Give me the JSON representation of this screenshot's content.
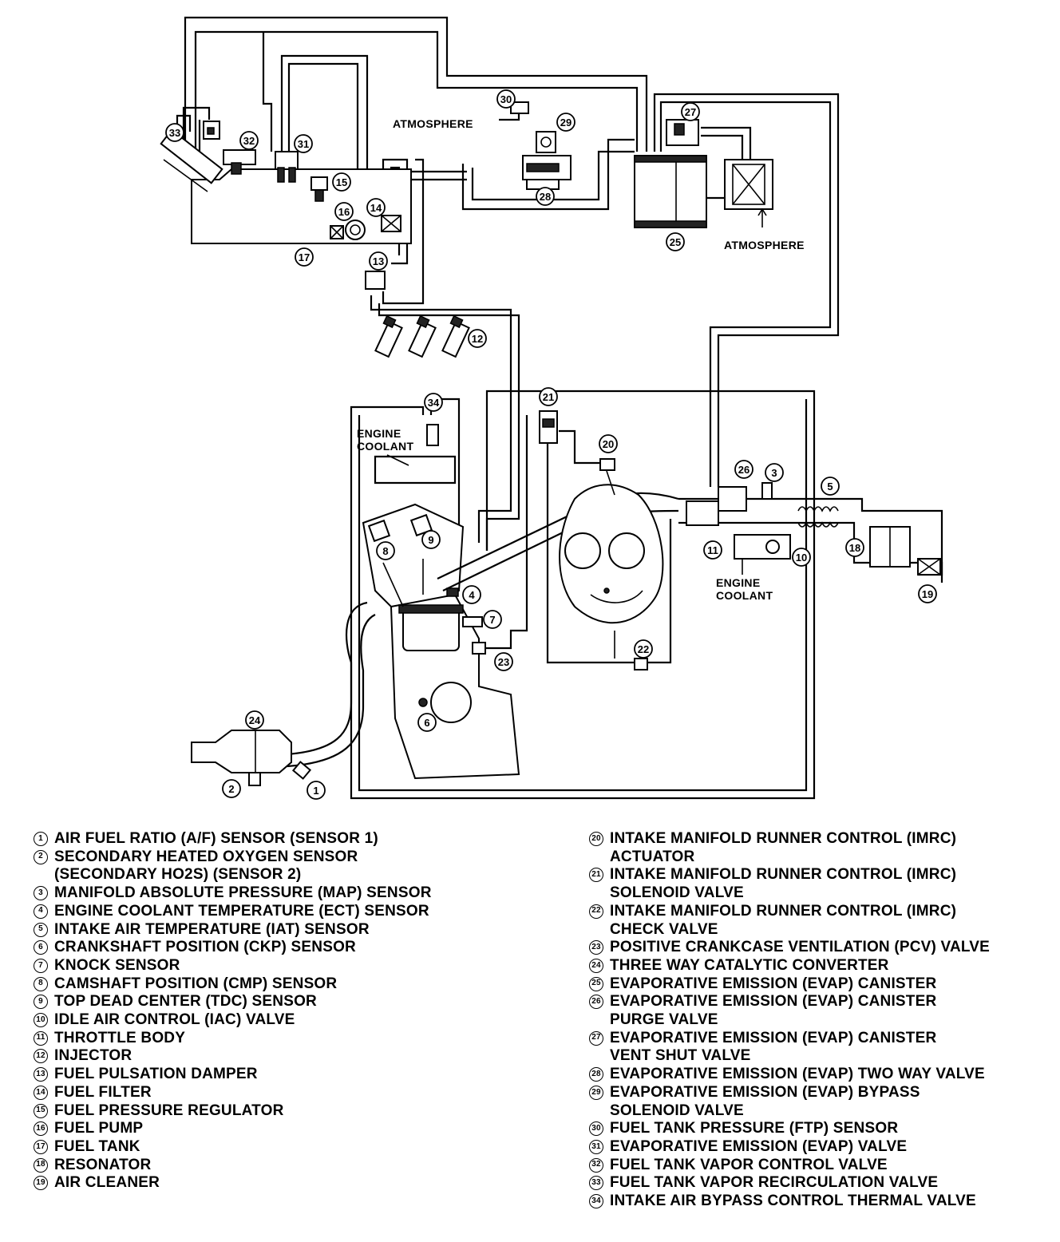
{
  "diagram": {
    "labels": {
      "atmosphere_top": "ATMOSPHERE",
      "atmosphere_right": "ATMOSPHERE",
      "engine_coolant_left": "ENGINE\nCOOLANT",
      "engine_coolant_right": "ENGINE\nCOOLANT"
    },
    "callouts": [
      "1",
      "2",
      "3",
      "4",
      "5",
      "6",
      "7",
      "8",
      "9",
      "10",
      "11",
      "12",
      "13",
      "14",
      "15",
      "16",
      "17",
      "18",
      "19",
      "20",
      "21",
      "22",
      "23",
      "24",
      "25",
      "26",
      "27",
      "28",
      "29",
      "30",
      "31",
      "32",
      "33",
      "34"
    ]
  },
  "legend": {
    "left": [
      {
        "num": "1",
        "text": "AIR FUEL RATIO (A/F) SENSOR (SENSOR 1)"
      },
      {
        "num": "2",
        "text": "SECONDARY HEATED OXYGEN SENSOR\n(SECONDARY HO2S) (SENSOR 2)"
      },
      {
        "num": "3",
        "text": "MANIFOLD ABSOLUTE PRESSURE (MAP) SENSOR"
      },
      {
        "num": "4",
        "text": "ENGINE COOLANT TEMPERATURE (ECT) SENSOR"
      },
      {
        "num": "5",
        "text": "INTAKE AIR TEMPERATURE (IAT) SENSOR"
      },
      {
        "num": "6",
        "text": "CRANKSHAFT POSITION (CKP) SENSOR"
      },
      {
        "num": "7",
        "text": "KNOCK SENSOR"
      },
      {
        "num": "8",
        "text": "CAMSHAFT POSITION (CMP) SENSOR"
      },
      {
        "num": "9",
        "text": "TOP DEAD CENTER (TDC) SENSOR"
      },
      {
        "num": "10",
        "text": "IDLE AIR CONTROL (IAC) VALVE"
      },
      {
        "num": "11",
        "text": "THROTTLE BODY"
      },
      {
        "num": "12",
        "text": "INJECTOR"
      },
      {
        "num": "13",
        "text": "FUEL PULSATION DAMPER"
      },
      {
        "num": "14",
        "text": "FUEL FILTER"
      },
      {
        "num": "15",
        "text": "FUEL PRESSURE REGULATOR"
      },
      {
        "num": "16",
        "text": "FUEL PUMP"
      },
      {
        "num": "17",
        "text": "FUEL TANK"
      },
      {
        "num": "18",
        "text": "RESONATOR"
      },
      {
        "num": "19",
        "text": "AIR CLEANER"
      }
    ],
    "right": [
      {
        "num": "20",
        "text": "INTAKE MANIFOLD RUNNER CONTROL (IMRC)\nACTUATOR"
      },
      {
        "num": "21",
        "text": "INTAKE MANIFOLD RUNNER CONTROL (IMRC)\nSOLENOID VALVE"
      },
      {
        "num": "22",
        "text": "INTAKE MANIFOLD RUNNER CONTROL (IMRC)\nCHECK VALVE"
      },
      {
        "num": "23",
        "text": "POSITIVE CRANKCASE VENTILATION (PCV) VALVE"
      },
      {
        "num": "24",
        "text": "THREE WAY CATALYTIC CONVERTER"
      },
      {
        "num": "25",
        "text": "EVAPORATIVE EMISSION (EVAP) CANISTER"
      },
      {
        "num": "26",
        "text": "EVAPORATIVE EMISSION (EVAP) CANISTER\nPURGE VALVE"
      },
      {
        "num": "27",
        "text": "EVAPORATIVE EMISSION (EVAP) CANISTER\nVENT SHUT VALVE"
      },
      {
        "num": "28",
        "text": "EVAPORATIVE EMISSION (EVAP) TWO WAY VALVE"
      },
      {
        "num": "29",
        "text": "EVAPORATIVE EMISSION (EVAP) BYPASS\nSOLENOID VALVE"
      },
      {
        "num": "30",
        "text": "FUEL TANK PRESSURE (FTP) SENSOR"
      },
      {
        "num": "31",
        "text": "EVAPORATIVE EMISSION (EVAP) VALVE"
      },
      {
        "num": "32",
        "text": "FUEL TANK VAPOR CONTROL VALVE"
      },
      {
        "num": "33",
        "text": "FUEL TANK VAPOR RECIRCULATION VALVE"
      },
      {
        "num": "34",
        "text": "INTAKE AIR BYPASS CONTROL THERMAL VALVE"
      }
    ]
  }
}
